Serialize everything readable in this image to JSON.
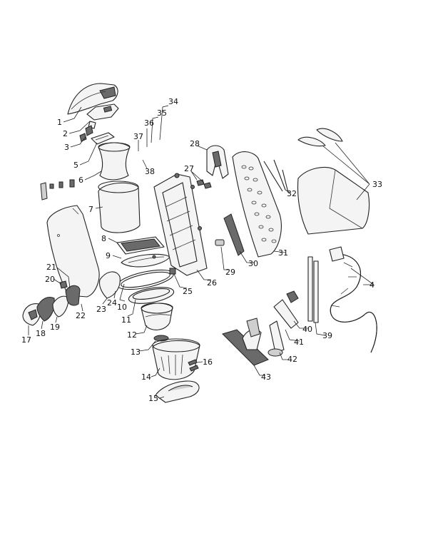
{
  "callouts": [
    {
      "id": "1",
      "label": "1"
    },
    {
      "id": "2",
      "label": "2"
    },
    {
      "id": "3",
      "label": "3"
    },
    {
      "id": "4",
      "label": "4"
    },
    {
      "id": "5",
      "label": "5"
    },
    {
      "id": "6",
      "label": "6"
    },
    {
      "id": "7",
      "label": "7"
    },
    {
      "id": "8",
      "label": "8"
    },
    {
      "id": "9",
      "label": "9"
    },
    {
      "id": "10",
      "label": "10"
    },
    {
      "id": "11",
      "label": "11"
    },
    {
      "id": "12",
      "label": "12"
    },
    {
      "id": "13",
      "label": "13"
    },
    {
      "id": "14",
      "label": "14"
    },
    {
      "id": "15",
      "label": "15"
    },
    {
      "id": "16",
      "label": "16"
    },
    {
      "id": "17",
      "label": "17"
    },
    {
      "id": "18",
      "label": "18"
    },
    {
      "id": "19",
      "label": "19"
    },
    {
      "id": "20",
      "label": "20"
    },
    {
      "id": "21",
      "label": "21"
    },
    {
      "id": "22",
      "label": "22"
    },
    {
      "id": "23",
      "label": "23"
    },
    {
      "id": "24",
      "label": "24"
    },
    {
      "id": "25",
      "label": "25"
    },
    {
      "id": "26",
      "label": "26"
    },
    {
      "id": "27",
      "label": "27"
    },
    {
      "id": "28",
      "label": "28"
    },
    {
      "id": "29",
      "label": "29"
    },
    {
      "id": "30",
      "label": "30"
    },
    {
      "id": "31",
      "label": "31"
    },
    {
      "id": "32",
      "label": "32"
    },
    {
      "id": "33",
      "label": "33"
    },
    {
      "id": "34",
      "label": "34"
    },
    {
      "id": "35",
      "label": "35"
    },
    {
      "id": "36",
      "label": "36"
    },
    {
      "id": "37",
      "label": "37"
    },
    {
      "id": "38",
      "label": "38"
    },
    {
      "id": "39",
      "label": "39"
    },
    {
      "id": "40",
      "label": "40"
    },
    {
      "id": "41",
      "label": "41"
    },
    {
      "id": "42",
      "label": "42"
    },
    {
      "id": "43",
      "label": "43"
    }
  ]
}
